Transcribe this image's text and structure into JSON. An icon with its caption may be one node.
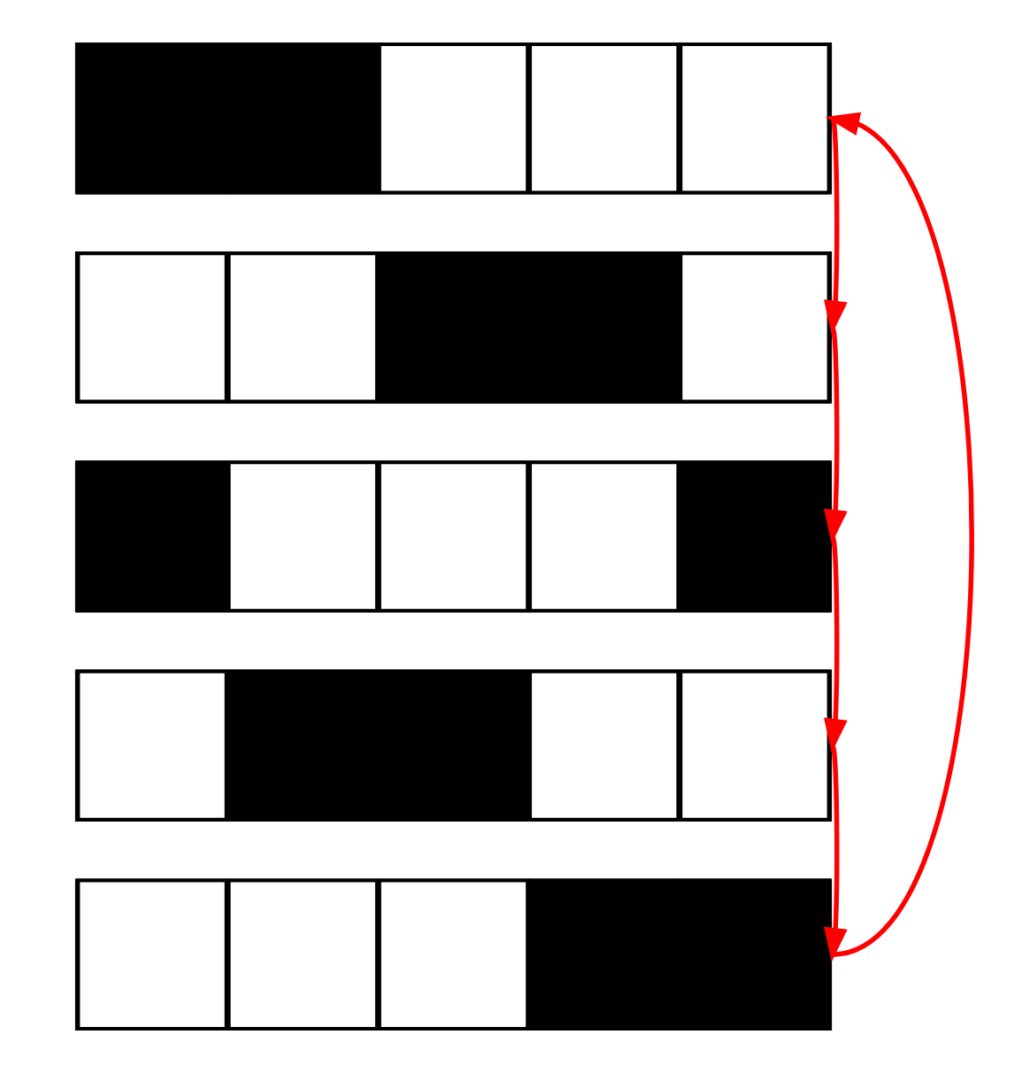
{
  "diagram": {
    "nodes": [
      {
        "text": [],
        "shape": "box"
      },
      {
        "text": [],
        "shape": "box",
        "in": 0
      },
      {
        "text": [],
        "shape": "box",
        "in": 0
      },
      {
        "text": [],
        "shape": "box",
        "in": 0
      },
      {
        "text": [],
        "shape": "box",
        "in": 0
      },
      {
        "text": [],
        "shape": "box",
        "in": 0
      },
      {
        "text": [],
        "shape": "box"
      },
      {
        "text": [],
        "shape": "box",
        "in": 6
      },
      {
        "text": [],
        "shape": "box",
        "in": 6
      },
      {
        "text": [],
        "shape": "box",
        "in": 6
      },
      {
        "text": [],
        "shape": "box",
        "in": 6
      },
      {
        "text": [],
        "shape": "box",
        "in": 6
      },
      {
        "text": [],
        "shape": "box"
      },
      {
        "text": [],
        "shape": "box",
        "in": 12
      },
      {
        "text": [],
        "shape": "box",
        "in": 12
      },
      {
        "text": [],
        "shape": "box",
        "in": 12
      },
      {
        "text": [],
        "shape": "box",
        "in": 12
      },
      {
        "text": [],
        "shape": "box",
        "in": 12
      },
      {
        "text": [],
        "shape": "box"
      },
      {
        "text": [],
        "shape": "box",
        "in": 18
      },
      {
        "text": [],
        "shape": "box",
        "in": 18
      },
      {
        "text": [],
        "shape": "box",
        "in": 18
      },
      {
        "text": [],
        "shape": "box",
        "in": 18
      },
      {
        "text": [],
        "shape": "box",
        "in": 18
      },
      {
        "text": [],
        "shape": "box"
      },
      {
        "text": [],
        "shape": "box",
        "in": 24
      },
      {
        "text": [],
        "shape": "box",
        "in": 24
      },
      {
        "text": [],
        "shape": "box",
        "in": 24
      },
      {
        "text": [],
        "shape": "box",
        "in": 24
      },
      {
        "text": [],
        "shape": "box",
        "in": 24
      }
    ],
    "edges": [
      {
        "from": 0,
        "to": 6,
        "arrow": "to"
      },
      {
        "from": 6,
        "to": 12,
        "arrow": "to"
      },
      {
        "from": 12,
        "to": 18,
        "arrow": "to"
      },
      {
        "from": 18,
        "to": 24,
        "arrow": "to"
      },
      {
        "from": 24,
        "to": 0,
        "arrow": "to"
      }
    ]
  }
}
